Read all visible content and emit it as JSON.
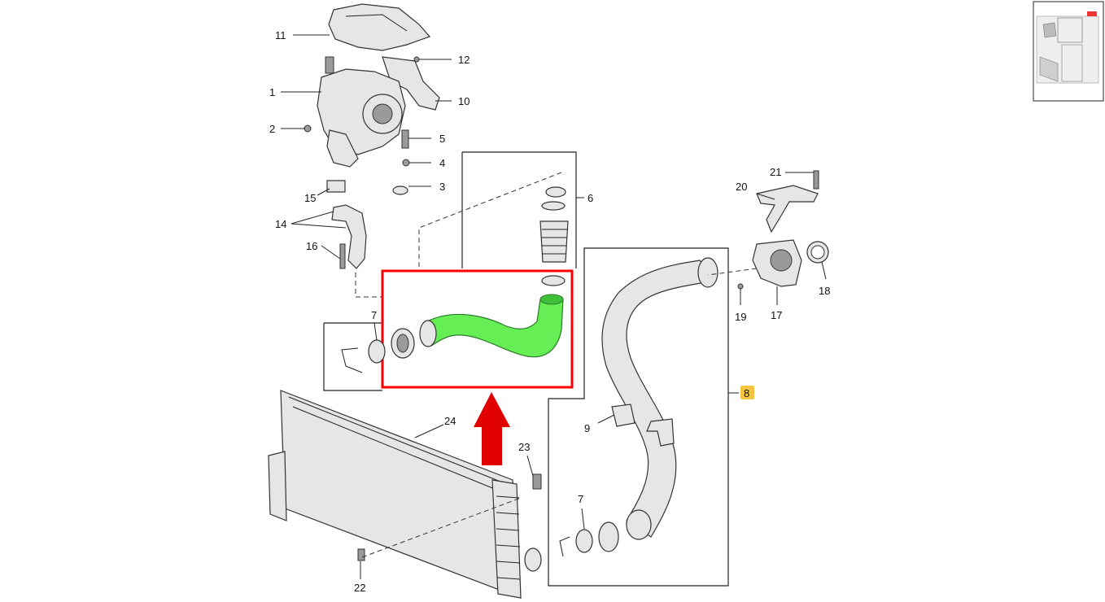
{
  "diagram": {
    "labels": [
      {
        "id": "l11",
        "text": "11"
      },
      {
        "id": "l12",
        "text": "12"
      },
      {
        "id": "l1",
        "text": "1"
      },
      {
        "id": "l10",
        "text": "10"
      },
      {
        "id": "l2",
        "text": "2"
      },
      {
        "id": "l5",
        "text": "5"
      },
      {
        "id": "l4",
        "text": "4"
      },
      {
        "id": "l3",
        "text": "3"
      },
      {
        "id": "l15",
        "text": "15"
      },
      {
        "id": "l14",
        "text": "14"
      },
      {
        "id": "l16",
        "text": "16"
      },
      {
        "id": "l6",
        "text": "6"
      },
      {
        "id": "l21",
        "text": "21"
      },
      {
        "id": "l20",
        "text": "20"
      },
      {
        "id": "l18",
        "text": "18"
      },
      {
        "id": "l19",
        "text": "19"
      },
      {
        "id": "l17",
        "text": "17"
      },
      {
        "id": "l7a",
        "text": "7"
      },
      {
        "id": "l8",
        "text": "8"
      },
      {
        "id": "l9",
        "text": "9"
      },
      {
        "id": "l24",
        "text": "24"
      },
      {
        "id": "l23",
        "text": "23"
      },
      {
        "id": "l7b",
        "text": "7"
      },
      {
        "id": "l22",
        "text": "22"
      }
    ],
    "highlight_color": "#ff0000",
    "hose_color": "#66ee55",
    "badge_color": "#f5c542",
    "arrow_color": "#e00000"
  }
}
